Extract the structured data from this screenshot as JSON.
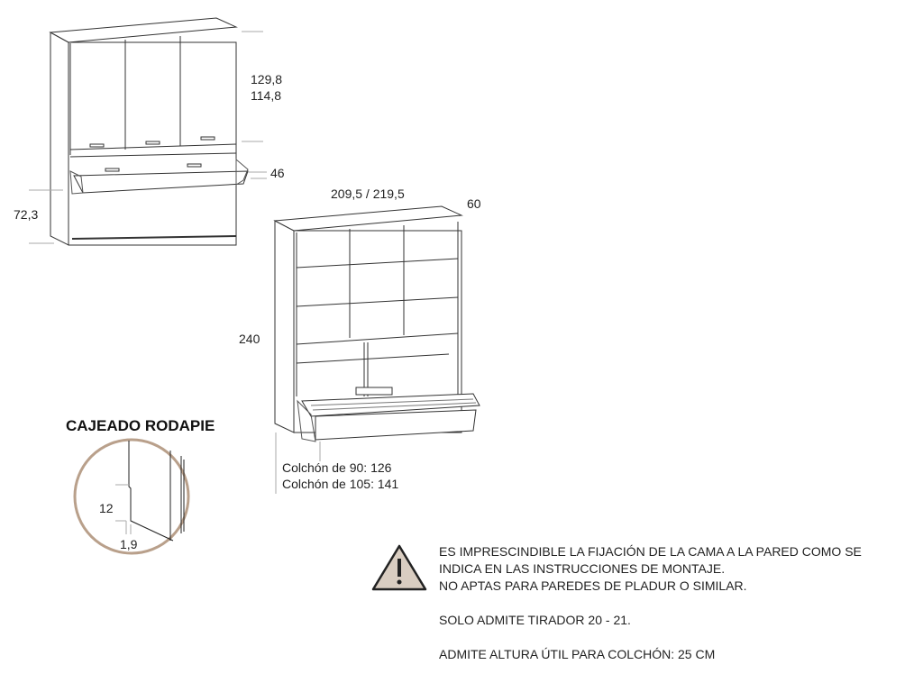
{
  "closed_view": {
    "dims": [
      "129,8",
      "114,8",
      "46",
      "72,3"
    ]
  },
  "open_view": {
    "width_dim": "209,5 / 219,5",
    "depth_dim": "60",
    "height_dim": "240",
    "mattress_90": "Colchón de 90: 126",
    "mattress_105": "Colchón de 105: 141"
  },
  "detail": {
    "title": "CAJEADO RODAPIE",
    "dim_height": "12",
    "dim_depth": "1,9",
    "circle_color": "#b9a08b"
  },
  "warning": {
    "icon": "warning-triangle-icon",
    "icon_fill": "#d9cdc1",
    "lines": [
      "ES IMPRESCINDIBLE LA FIJACIÓN DE LA CAMA A LA PARED COMO SE",
      "INDICA EN LAS INSTRUCCIONES DE MONTAJE.",
      "NO APTAS PARA PAREDES DE PLADUR O SIMILAR."
    ],
    "handle_note": "SOLO ADMITE TIRADOR 20 - 21.",
    "mattress_note": "ADMITE ALTURA ÚTIL PARA COLCHÓN: 25 CM"
  }
}
